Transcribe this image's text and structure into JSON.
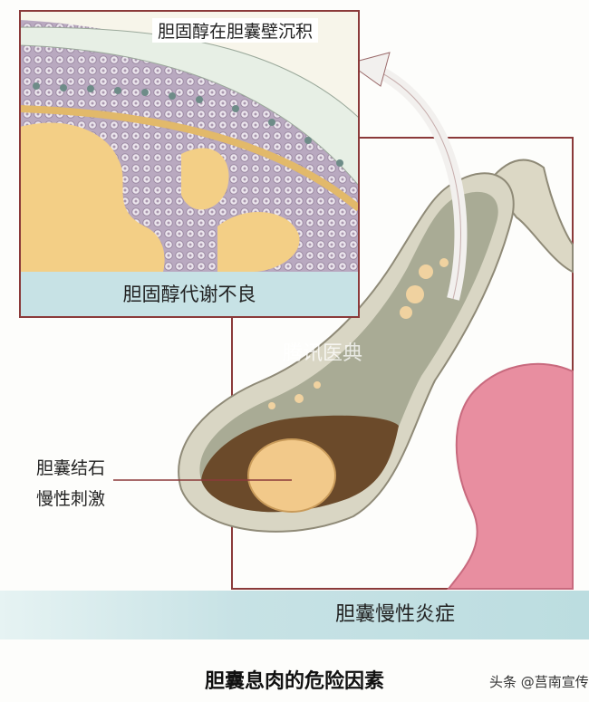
{
  "labels": {
    "deposit_title": "胆固醇在胆囊壁沉积",
    "metabolism": "胆固醇代谢不良",
    "stone_line1": "胆囊结石",
    "stone_line2": "慢性刺激",
    "inflammation": "胆囊慢性炎症",
    "caption": "胆囊息肉的危险因素"
  },
  "watermark": "腾讯医典",
  "credit": "头条 @莒南宣传",
  "colors": {
    "frame": "#8b3a3a",
    "band": "#c7e2e5",
    "fat": "#f3cf86",
    "gallbladder_wall": "#d9d6c4",
    "bile": "#6b4a2a",
    "intestine": "#e88ea0"
  }
}
